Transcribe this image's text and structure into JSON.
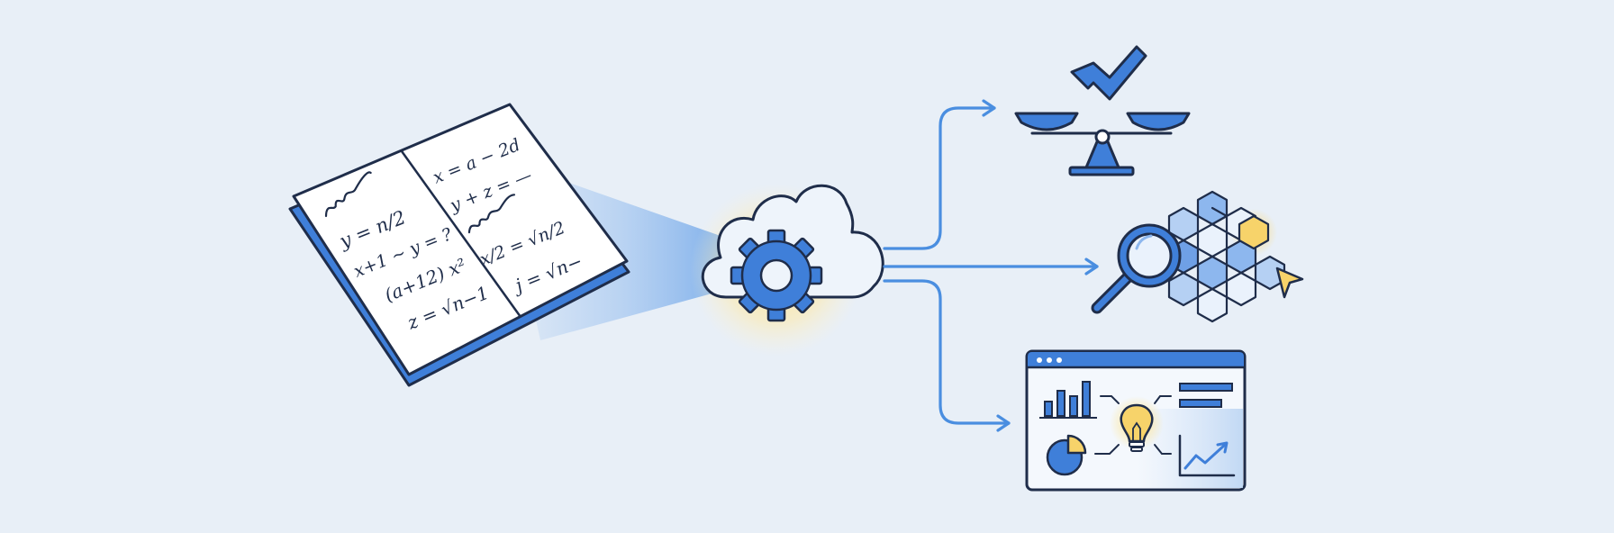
{
  "colors": {
    "background": "#e8eff7",
    "outline": "#1f2d4a",
    "accent_blue": "#3f7fd9",
    "light_blue": "#a9c9ef",
    "glow_yellow": "#f7d36a"
  },
  "notebook": {
    "left_page": [
      {
        "kind": "scribble",
        "text": ""
      },
      {
        "kind": "equation",
        "text": "y = n/2"
      },
      {
        "kind": "equation",
        "text": "x+1 ~ y = ?"
      },
      {
        "kind": "equation",
        "text": "(a+12) x²"
      },
      {
        "kind": "equation",
        "text": "z = √n−1"
      }
    ],
    "right_page": [
      {
        "kind": "equation",
        "text": "x = a − 2d"
      },
      {
        "kind": "equation",
        "text": "y + z = —"
      },
      {
        "kind": "scribble",
        "text": ""
      },
      {
        "kind": "equation",
        "text": "x/2 = √n/2"
      },
      {
        "kind": "equation",
        "text": "j = √n−"
      }
    ]
  },
  "icons": {
    "source": "open-notebook-icon",
    "processor": "cloud-gear-icon",
    "output_1": "balance-scale-check-icon",
    "output_2": "magnifier-hex-network-icon",
    "output_3": "analytics-dashboard-icon"
  }
}
